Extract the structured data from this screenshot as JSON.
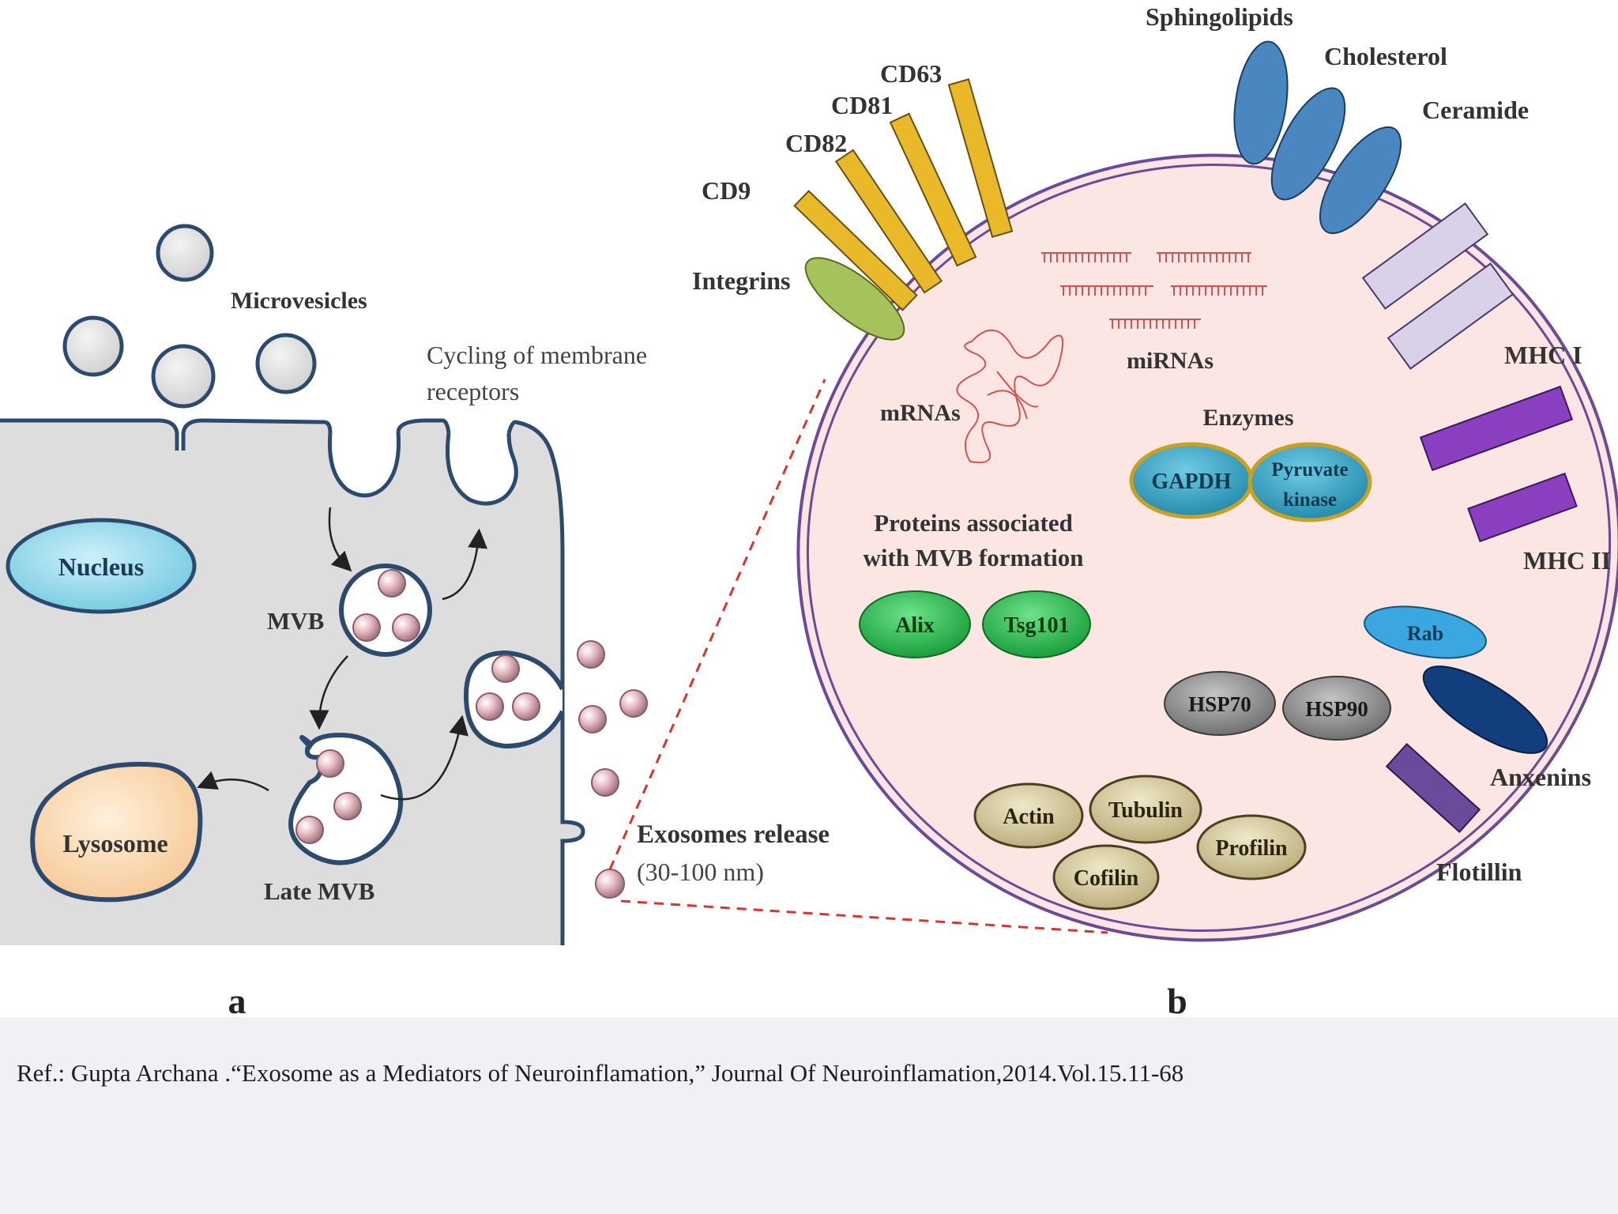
{
  "panel_a": {
    "label": "a",
    "nucleus": "Nucleus",
    "microvesicles": "Microvesicles",
    "cycling_line1": "Cycling of membrane",
    "cycling_line2": "receptors",
    "mvb": "MVB",
    "late_mvb": "Late MVB",
    "lysosome": "Lysosome",
    "exosomes_release": "Exosomes release",
    "exosomes_size": "(30-100 nm)"
  },
  "panel_b": {
    "label": "b",
    "tetraspanins": [
      "CD63",
      "CD81",
      "CD82",
      "CD9"
    ],
    "integrins": "Integrins",
    "lipids": [
      "Sphingolipids",
      "Cholesterol",
      "Ceramide"
    ],
    "mhc1": "MHC I",
    "mhc2": "MHC II",
    "rab": "Rab",
    "anxenins": "Anxenins",
    "flotillin": "Flotillin",
    "mirnas": "miRNAs",
    "mrnas": "mRNAs",
    "enzymes": "Enzymes",
    "gapdh": "GAPDH",
    "pyruvate_line1": "Pyruvate",
    "pyruvate_line2": "kinase",
    "mvb_proteins_line1": "Proteins associated",
    "mvb_proteins_line2": "with MVB formation",
    "alix": "Alix",
    "tsg101": "Tsg101",
    "hsp70": "HSP70",
    "hsp90": "HSP90",
    "actin": "Actin",
    "tubulin": "Tubulin",
    "cofilin": "Cofilin",
    "profilin": "Profilin"
  },
  "footer": {
    "reference": "Ref.: Gupta Archana .“Exosome as a Mediators of Neuroinflamation,” Journal Of Neuroinflamation,2014.Vol.15.11-68"
  },
  "colors": {
    "membrane": "#2c4a6e",
    "cell": "#dddddd",
    "nucleus": "#8fd3e8",
    "lysosome": "#fbd4a8",
    "exosome_particle": "#d6a8b2",
    "exosome_bg": "#fbe6e4",
    "exosome_membrane": "#6b4a9a",
    "tetraspanin": "#e9b92a",
    "integrin": "#a6c25a",
    "lipid": "#4a86c0",
    "mhc1": "#d9d1e8",
    "mhc2": "#8a3fc0",
    "rab": "#3aa7e0",
    "anxenin": "#123e7e",
    "flotillin": "#6a4a9a",
    "rna": "#d85050",
    "enzyme": "#2e9ec0",
    "alix": "#20b040",
    "hsp": "#8a8a8a",
    "cytoskeleton": "#cfc39a"
  }
}
